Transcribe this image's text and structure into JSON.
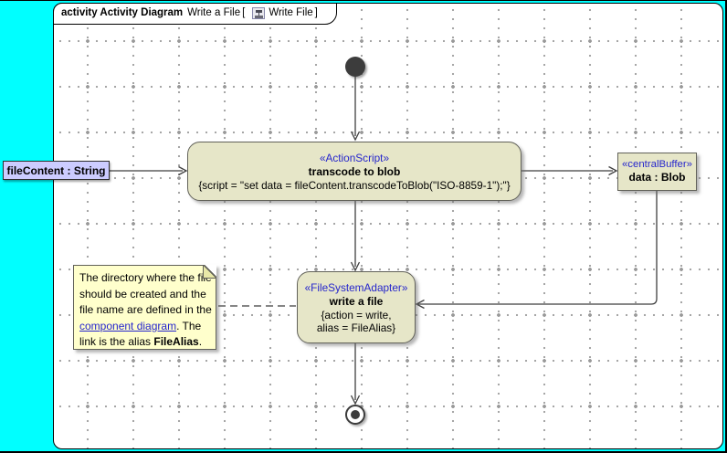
{
  "frame_title": {
    "keyword_and_type": "activity Activity Diagram",
    "diagram_name": "Write a File",
    "open_bracket": "[",
    "ref_name": "Write File",
    "close_bracket": "]"
  },
  "colors": {
    "canvas_background": "#00ffff",
    "frame_background": "#ffffff",
    "node_fill": "#e6e6c8",
    "note_fill": "#ffffcc",
    "pin_fill": "#ccccff",
    "stereotype_text": "#2626cc",
    "link_text": "#2626cc",
    "edge_stroke": "#3f3f3f"
  },
  "icons": {
    "title_ref_icon": "activity-diagram-icon",
    "initial_node": "filled-circle",
    "final_node": "bullseye-circle"
  },
  "nodes": {
    "input_pin": {
      "label": "fileContent : String"
    },
    "transcode_action": {
      "stereotype": "«ActionScript»",
      "name": "transcode to blob",
      "body": "{script = \"set data = fileContent.transcodeToBlob(\"ISO-8859-1\");\"}"
    },
    "central_buffer": {
      "stereotype": "«centralBuffer»",
      "name": "data : Blob"
    },
    "write_file_action": {
      "stereotype": "«FileSystemAdapter»",
      "name": "write a file",
      "body_line1": "{action = write,",
      "body_line2": "alias = FileAlias}"
    },
    "note": {
      "line1": "The directory where the file",
      "line2": "should be created and the",
      "line3": "file name are defined in the",
      "line4_link": "component diagram",
      "line4_rest": ". The",
      "line5_start": "link is the alias ",
      "line5_bold": "FileAlias",
      "line5_end": "."
    }
  }
}
